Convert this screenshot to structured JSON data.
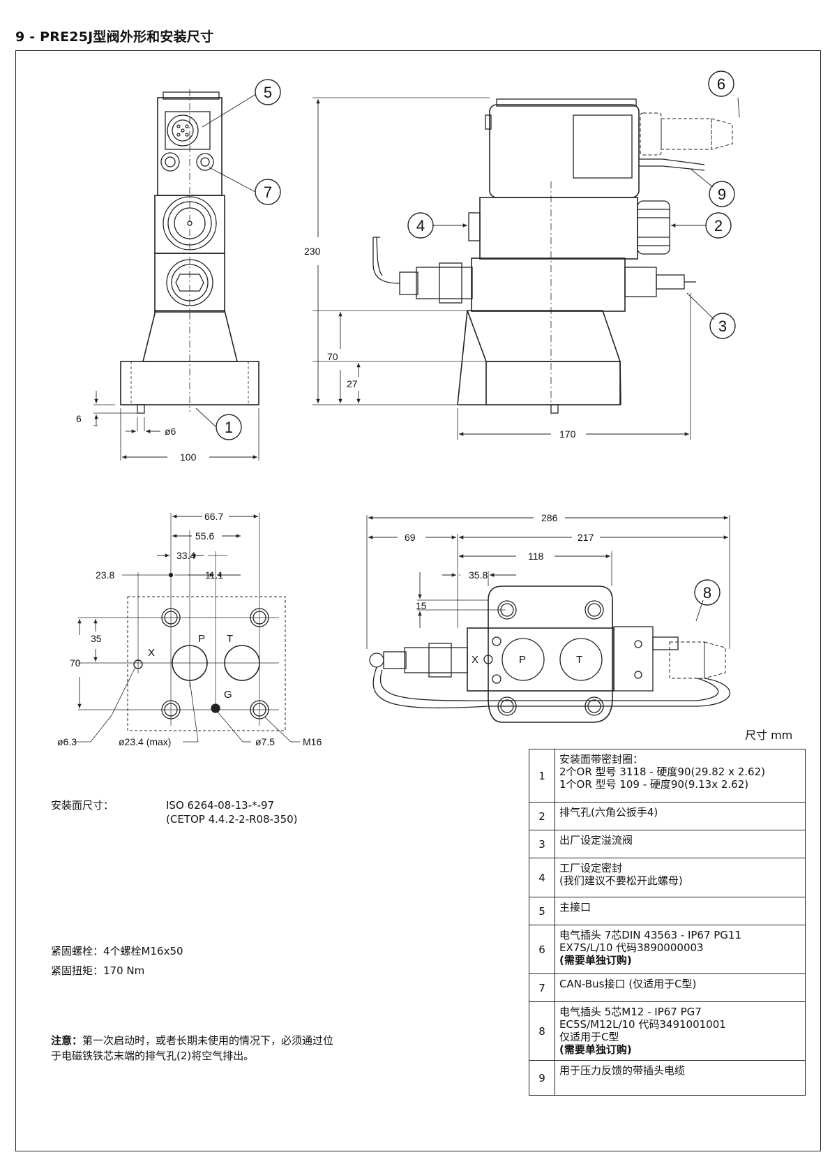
{
  "title": "9 - PRE25J型阀外形和安装尺寸",
  "unit_label": "尺寸  mm",
  "views": {
    "front": {
      "dims": {
        "d100": "100",
        "d6": "6",
        "phi6": "ø6"
      },
      "callouts": {
        "c1": "1",
        "c5": "5",
        "c7": "7"
      }
    },
    "side": {
      "dims": {
        "d230": "230",
        "d70": "70",
        "d27": "27",
        "d170": "170"
      },
      "callouts": {
        "c2": "2",
        "c3": "3",
        "c4": "4",
        "c6": "6",
        "c9": "9"
      }
    },
    "mounting": {
      "dims": {
        "d66_7": "66.7",
        "d55_6": "55.6",
        "d33_4": "33.4",
        "d23_8": "23.8",
        "d11_1": "11.1",
        "d35": "35",
        "d70": "70"
      },
      "ports": {
        "x": "X",
        "p": "P",
        "t": "T",
        "g": "G"
      },
      "holes": {
        "phi6_3": "ø6.3",
        "phi23_4": "ø23.4 (max)",
        "phi7_5": "ø7.5",
        "m16": "M16"
      }
    },
    "top": {
      "dims": {
        "d286": "286",
        "d69": "69",
        "d217": "217",
        "d118": "118",
        "d35_8": "35.8",
        "d15": "15"
      },
      "ports": {
        "p": "P",
        "t": "T",
        "x": "X"
      },
      "callouts": {
        "c8": "8"
      }
    }
  },
  "notes": {
    "surface_label": "安装面尺寸：",
    "surface_std1": "ISO 6264-08-13-*-97",
    "surface_std2": "(CETOP 4.4.2-2-R08-350)",
    "bolts": "紧固螺栓：4个螺栓M16x50",
    "torque": "紧固扭矩：170 Nm",
    "caution_head": "注意：",
    "caution_line1": "第一次启动时，或者长期未使用的情况下，必须通过位",
    "caution_line2": "于电磁铁铁芯末端的排气孔(2)将空气排出。"
  },
  "legend": [
    {
      "num": "1",
      "lines": [
        "安装面带密封圈：",
        "2个OR 型号 3118 - 硬度90(29.82 x 2.62)",
        "1个OR 型号 109 - 硬度90(9.13x 2.62)"
      ]
    },
    {
      "num": "2",
      "lines": [
        "排气孔(六角公扳手4)"
      ]
    },
    {
      "num": "3",
      "lines": [
        "出厂设定溢流阀"
      ]
    },
    {
      "num": "4",
      "lines": [
        "工厂设定密封",
        "(我们建议不要松开此螺母)"
      ]
    },
    {
      "num": "5",
      "lines": [
        "主接口"
      ]
    },
    {
      "num": "6",
      "lines": [
        "电气插头 7芯DIN 43563 - IP67 PG11",
        "EX7S/L/10 代码3890000003",
        "(需要单独订购)"
      ]
    },
    {
      "num": "7",
      "lines": [
        "CAN-Bus接口 (仅适用于C型)"
      ]
    },
    {
      "num": "8",
      "lines": [
        "电气插头 5芯M12 - IP67 PG7",
        "EC5S/M12L/10 代码3491001001",
        "仅适用于C型",
        "(需要单独订购)"
      ]
    },
    {
      "num": "9",
      "lines": [
        "用于压力反馈的带插头电缆"
      ]
    }
  ]
}
